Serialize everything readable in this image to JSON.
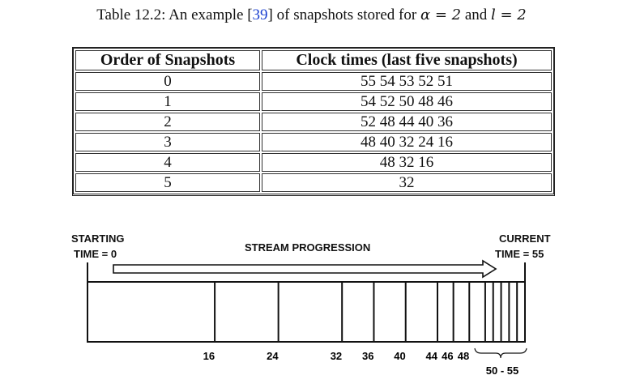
{
  "caption": {
    "prefix": "Table 12.2: An example [",
    "ref": "39",
    "middle": "] of snapshots stored for ",
    "alpha_expr": "α = 2",
    "and": " and ",
    "l_expr": "l = 2"
  },
  "table": {
    "headers": [
      "Order of Snapshots",
      "Clock times (last five snapshots)"
    ],
    "rows": [
      [
        "0",
        "55 54 53 52 51"
      ],
      [
        "1",
        "54 52 50 48 46"
      ],
      [
        "2",
        "52 48 44 40 36"
      ],
      [
        "3",
        "48 40 32 24 16"
      ],
      [
        "4",
        "48 32 16"
      ],
      [
        "5",
        "32"
      ]
    ]
  },
  "diagram": {
    "start_label_1": "STARTING",
    "start_label_2": "TIME = 0",
    "current_label_1": "CURRENT",
    "current_label_2": "TIME = 55",
    "progression_label": "STREAM PROGRESSION",
    "time_start": 0,
    "time_end": 55,
    "snapshot_times": [
      16,
      24,
      32,
      36,
      40,
      44,
      46,
      48,
      50,
      51,
      52,
      53,
      54
    ],
    "tick_labels": [
      "16",
      "24",
      "32",
      "36",
      "40",
      "44",
      "46",
      "48"
    ],
    "range_label": "50 - 55"
  }
}
